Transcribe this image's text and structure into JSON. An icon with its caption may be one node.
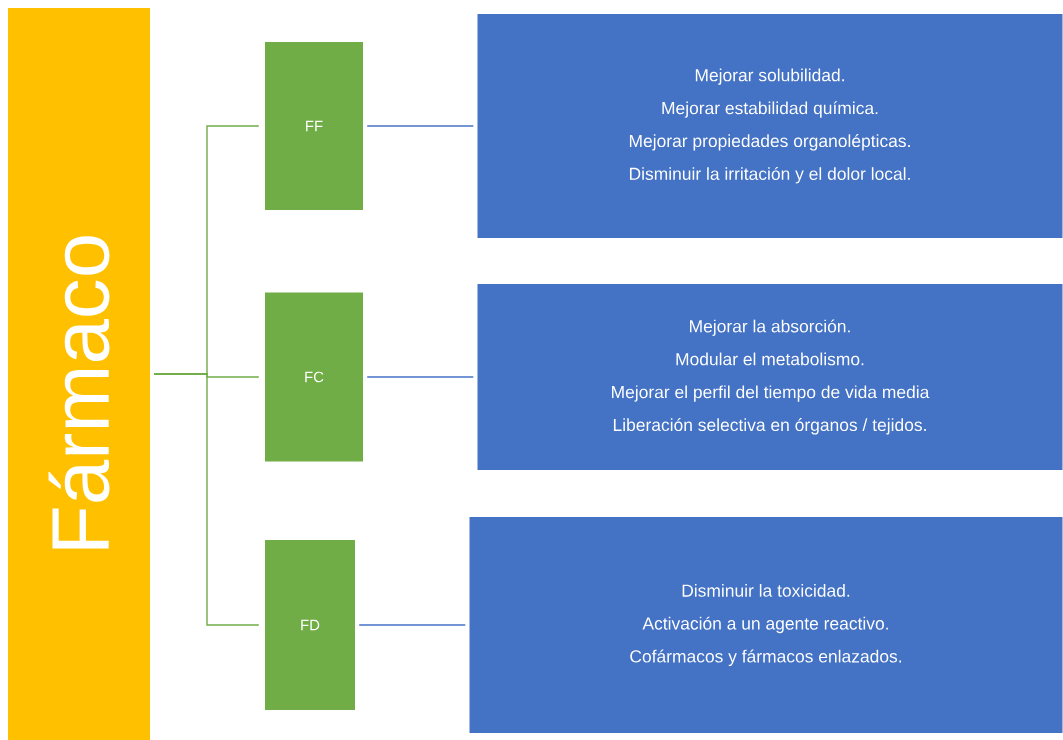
{
  "diagram": {
    "nodes": [
      {
        "text": [
          "Fármaco"
        ]
      },
      {
        "text": [
          "FF"
        ]
      },
      {
        "text": [
          "Mejorar solubilidad.",
          "Mejorar estabilidad química.",
          "Mejorar propiedades organolépticas.",
          "Disminuir la irritación y  el dolor local."
        ]
      },
      {
        "text": [
          "FC"
        ]
      },
      {
        "text": [
          "Mejorar la absorción.",
          "Modular el metabolismo.",
          "Mejorar el perfil del tiempo de vida media",
          "Liberación  selectiva en órganos / tejidos."
        ]
      },
      {
        "text": [
          "FD"
        ]
      },
      {
        "text": [
          "Disminuir la toxicidad.",
          "Activación a un agente reactivo.",
          "Cofármacos y fármacos enlazados."
        ]
      }
    ],
    "edges": [
      {
        "from": 0,
        "to": 1,
        "arrow": "none"
      },
      {
        "from": 0,
        "to": 3,
        "arrow": "none"
      },
      {
        "from": 0,
        "to": 5,
        "arrow": "none"
      },
      {
        "from": 1,
        "to": 2,
        "arrow": "none",
        "color": "#4472c4"
      },
      {
        "from": 3,
        "to": 4,
        "arrow": "none",
        "color": "#4472c4"
      },
      {
        "from": 5,
        "to": 6,
        "arrow": "none",
        "color": "#4472c4"
      }
    ]
  }
}
